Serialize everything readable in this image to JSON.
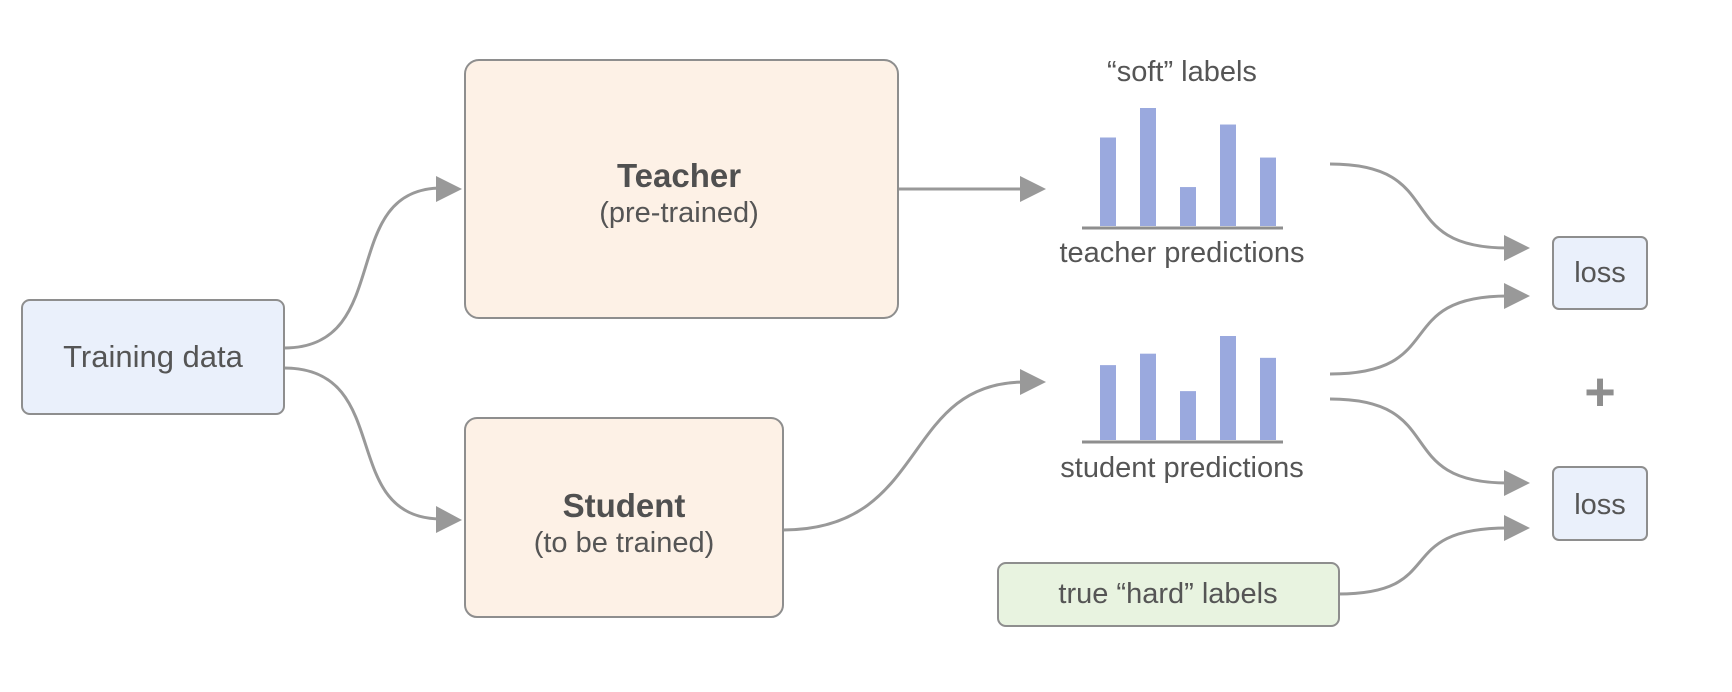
{
  "nodes": {
    "training_data": "Training data",
    "teacher_title": "Teacher",
    "teacher_subtitle": "(pre-trained)",
    "student_title": "Student",
    "student_subtitle": "(to be trained)",
    "soft_labels": "“soft” labels",
    "teacher_predictions": "teacher predictions",
    "student_predictions": "student predictions",
    "hard_labels": "true “hard” labels",
    "loss_top": "loss",
    "loss_bottom": "loss",
    "plus": "+"
  },
  "teacher_distribution": [
    0.75,
    1.0,
    0.33,
    0.86,
    0.58
  ],
  "student_distribution": [
    0.72,
    0.83,
    0.47,
    1.0,
    0.79
  ],
  "colors": {
    "bars": "#9aa9de",
    "input_box": "#eaf0fb",
    "model_box": "#fdf1e6",
    "label_box": "#e8f3e0",
    "edges": "#999999"
  }
}
